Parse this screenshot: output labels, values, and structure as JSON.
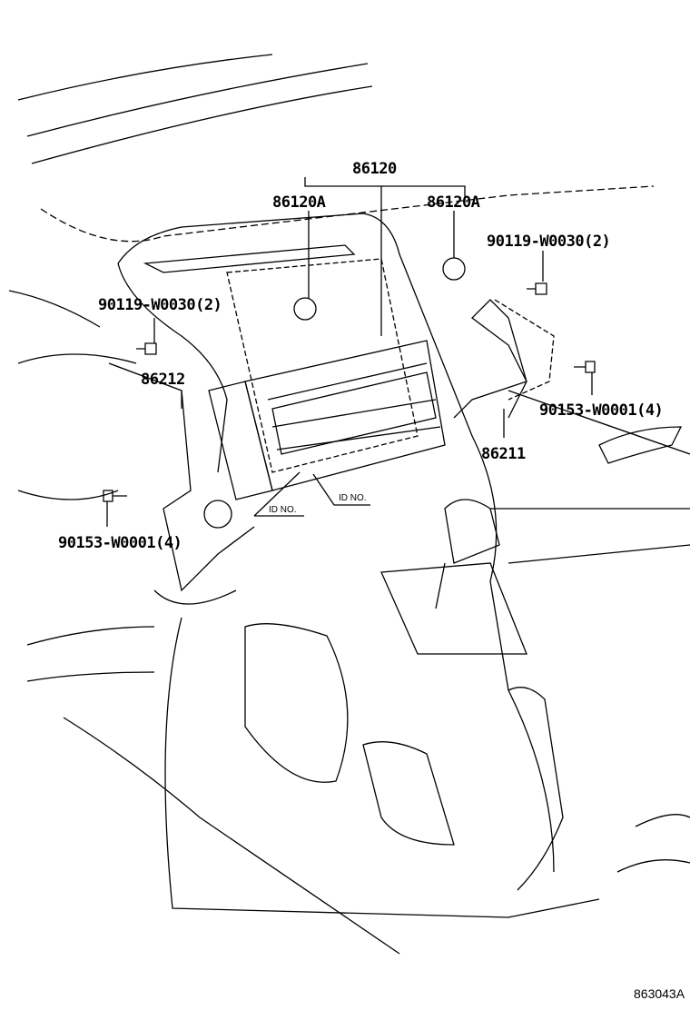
{
  "diagram": {
    "parts": [
      {
        "id": "radio-assembly",
        "label": "86120"
      },
      {
        "id": "knob-left",
        "label": "86120A"
      },
      {
        "id": "knob-right",
        "label": "86120A"
      },
      {
        "id": "screw-upper-left",
        "label": "90119-W0030(2)"
      },
      {
        "id": "screw-upper-right",
        "label": "90119-W0030(2)"
      },
      {
        "id": "bracket-left",
        "label": "86212"
      },
      {
        "id": "bracket-right",
        "label": "86211"
      },
      {
        "id": "bolt-right",
        "label": "90153-W0001(4)"
      },
      {
        "id": "bolt-left",
        "label": "90153-W0001(4)"
      }
    ],
    "id_labels": [
      "ID NO.",
      "ID NO."
    ],
    "drawing_code": "863043A"
  }
}
